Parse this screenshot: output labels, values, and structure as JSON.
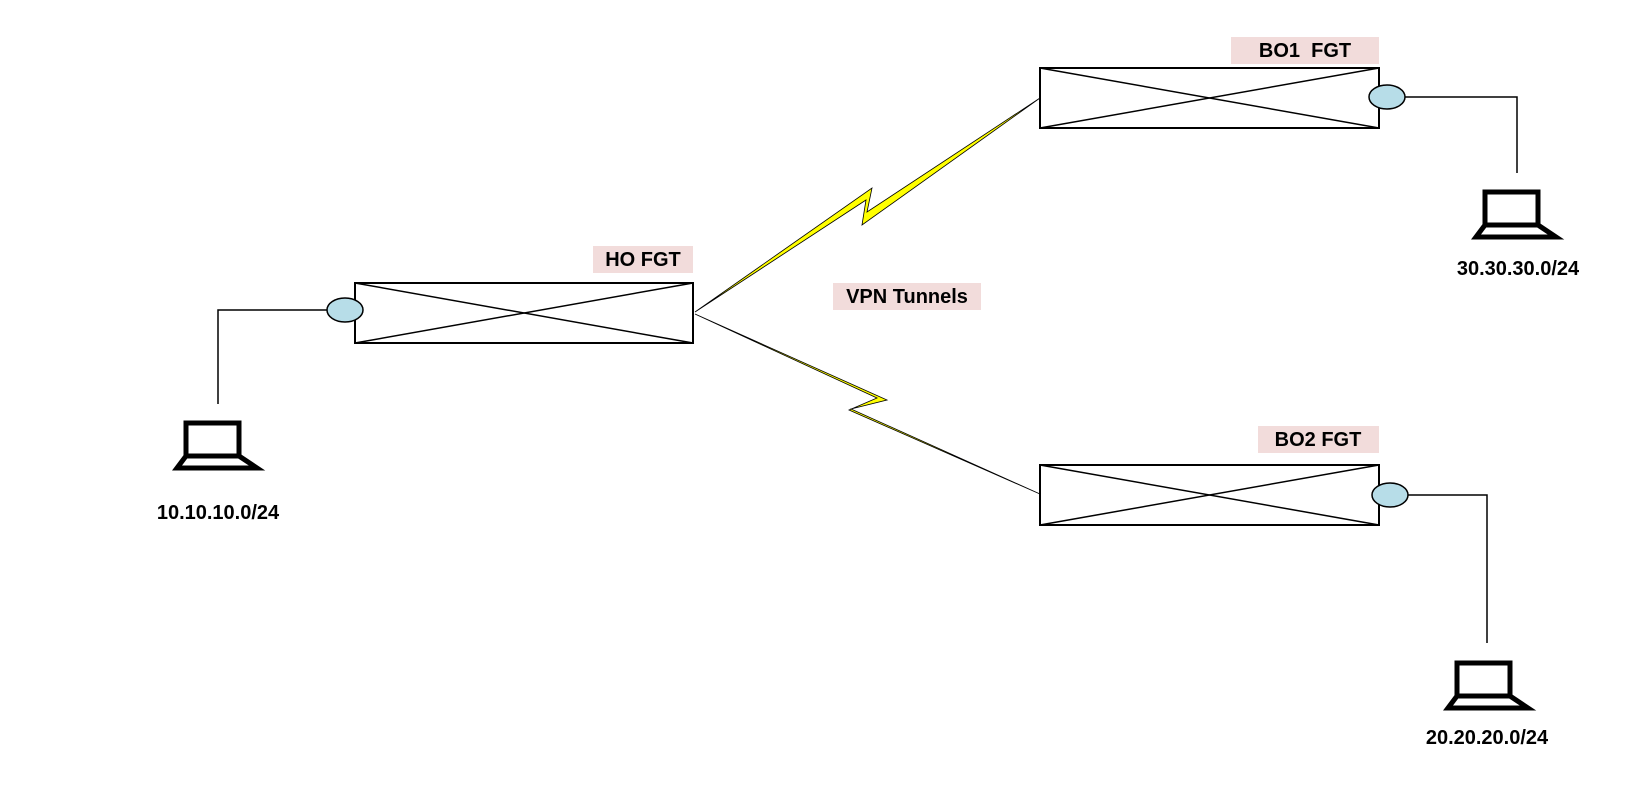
{
  "devices": {
    "ho": {
      "label": "HO FGT"
    },
    "bo1": {
      "label": "BO1  FGT"
    },
    "bo2": {
      "label": "BO2 FGT"
    }
  },
  "tunnels": {
    "label": "VPN Tunnels"
  },
  "subnets": {
    "ho": "10.10.10.0/24",
    "bo1": "30.30.30.0/24",
    "bo2": "20.20.20.0/24"
  },
  "colors": {
    "label_background": "#f2dcdb",
    "port": "#b7dde8",
    "tunnel": "#ffff00"
  }
}
